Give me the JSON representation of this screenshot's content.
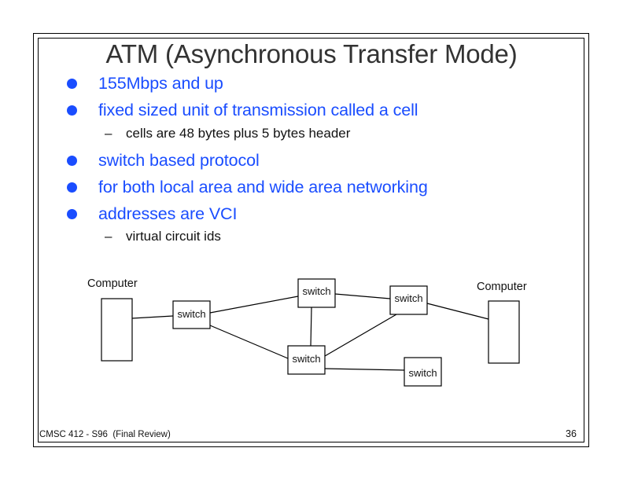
{
  "slide": {
    "title": "ATM (Asynchronous Transfer Mode)",
    "bullets": [
      {
        "text": "155Mbps and up"
      },
      {
        "text": "fixed sized unit of transmission called a cell",
        "sub": "cells are 48 bytes plus 5 bytes header"
      },
      {
        "text": "switch based protocol"
      },
      {
        "text": "for both local area and wide area networking"
      },
      {
        "text": "addresses are VCI",
        "sub": "virtual circuit ids"
      }
    ],
    "dash": "–",
    "accent_color": "#1a4dff",
    "title_color": "#333333"
  },
  "diagram": {
    "computer_left_label": "Computer",
    "computer_right_label": "Computer",
    "switches": [
      {
        "id": "switch-a",
        "label": "switch"
      },
      {
        "id": "switch-b",
        "label": "switch"
      },
      {
        "id": "switch-c",
        "label": "switch"
      },
      {
        "id": "switch-d",
        "label": "switch"
      },
      {
        "id": "switch-e",
        "label": "switch"
      }
    ],
    "links": [
      [
        "computer-left",
        "switch-a"
      ],
      [
        "switch-a",
        "switch-b"
      ],
      [
        "switch-a",
        "switch-d"
      ],
      [
        "switch-b",
        "switch-c"
      ],
      [
        "switch-b",
        "switch-d"
      ],
      [
        "switch-d",
        "switch-c"
      ],
      [
        "switch-d",
        "switch-e"
      ],
      [
        "switch-c",
        "computer-right"
      ]
    ]
  },
  "footer": {
    "course": "CMSC 412 - S96  (Final Review)",
    "page_number": "36"
  }
}
